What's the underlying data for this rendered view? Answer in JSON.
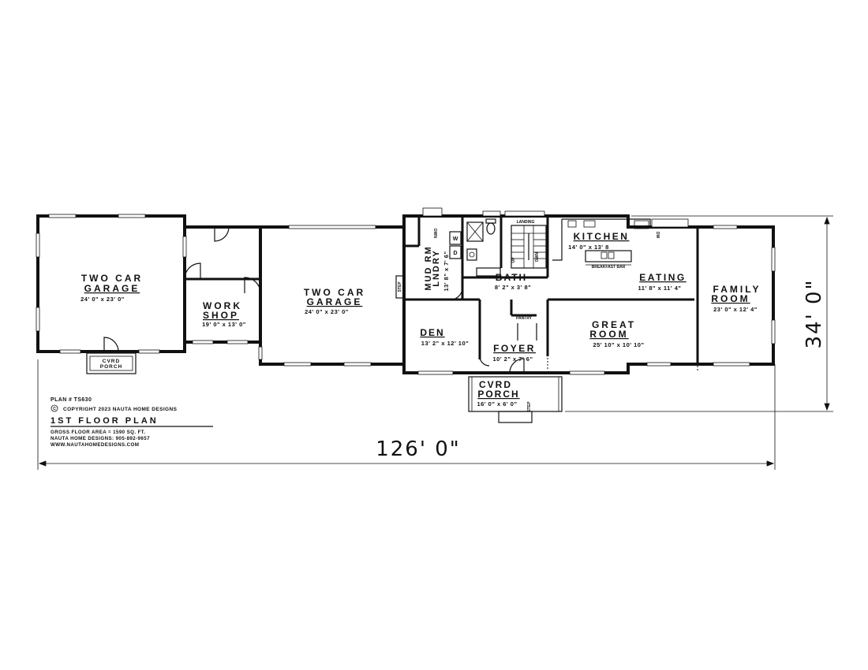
{
  "rooms": {
    "garage_left": {
      "line1": "TWO CAR",
      "line2": "GARAGE",
      "dims": "24' 0\" x 23' 0\""
    },
    "workshop": {
      "line1": "WORK",
      "line2": "SHOP",
      "dims": "19' 0\" x 13' 0\""
    },
    "garage_right": {
      "line1": "TWO CAR",
      "line2": "GARAGE",
      "dims": "24' 0\" x 23' 0\""
    },
    "laundry": {
      "label": "LNDRY",
      "dims": "13' 8\" x 7' 6\""
    },
    "mudroom": {
      "label": "MUD RM"
    },
    "bath": {
      "label": "BATH",
      "dims": "8' 2\" x 3' 8\""
    },
    "kitchen": {
      "label": "KITCHEN",
      "dims": "14' 0\" x 13' 8",
      "breakfast_bar": "BREAKFAST BAR"
    },
    "eating": {
      "label": "EATING",
      "dims": "11' 8\" x 11' 4\""
    },
    "family": {
      "line1": "FAMILY",
      "line2": "ROOM",
      "dims": "23' 0\" x 12' 4\""
    },
    "great": {
      "line1": "GREAT",
      "line2": "ROOM",
      "dims": "25' 10\" x 10' 10\""
    },
    "den": {
      "label": "DEN",
      "dims": "13' 2\" x 12' 10\""
    },
    "foyer": {
      "label": "FOYER",
      "dims": "10' 2\" x 7' 6\""
    },
    "pantry": {
      "label": "PANTRY"
    },
    "porch_main": {
      "line1": "CVRD",
      "line2": "PORCH",
      "dims": "16' 0\" x 6' 0\""
    },
    "porch_small": {
      "line1": "CVRD",
      "line2": "PORCH"
    }
  },
  "small_labels": {
    "landing": "LANDING",
    "dwn_laundry": "DWN",
    "up": "UP",
    "dwn_stair": "DWN",
    "step_left": "STEP",
    "step_porch": "STEP",
    "dw": "DW",
    "washer": "W",
    "dryer": "D"
  },
  "dimensions": {
    "width": "126' 0\"",
    "depth": "34' 0\""
  },
  "info": {
    "plan_number": "PLAN # TS630",
    "copyright": "COPYRIGHT 2023 NAUTA HOME DESIGNS",
    "copyright_symbol": "C",
    "title": "1ST FLOOR PLAN",
    "gross_area": "GROSS FLOOR AREA  =  1590 SQ. FT.",
    "phone": "NAUTA HOME DESIGNS: 905-892-9657",
    "website": "WWW.NAUTAHOMEDESIGNS.COM"
  }
}
